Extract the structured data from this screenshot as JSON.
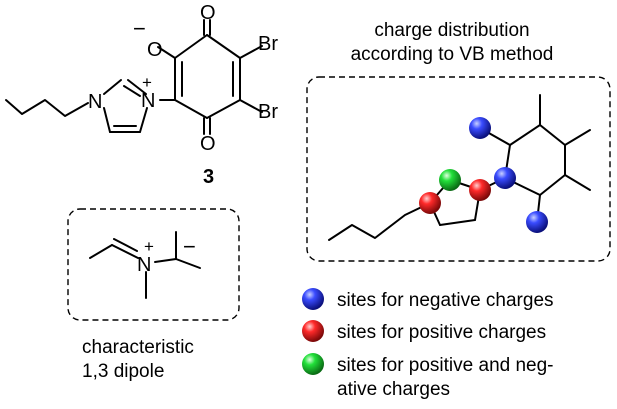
{
  "molecule": {
    "compound_number": "3",
    "atoms": {
      "O_minus": "O",
      "O_top": "O",
      "O_bottom": "O",
      "Br_top": "Br",
      "Br_bottom": "Br",
      "N1": "N",
      "N2": "N"
    },
    "charges": {
      "minus": "−",
      "plus": "+"
    }
  },
  "charge_panel": {
    "title_line1": "charge distribution",
    "title_line2": "according to VB method"
  },
  "dipole_panel": {
    "atom_N": "N",
    "plus": "+",
    "minus": "−",
    "caption_line1": "characteristic",
    "caption_line2": "1,3 dipole"
  },
  "legend": {
    "items": [
      {
        "color": "#1a2fe0",
        "lines": [
          "sites for negative charges"
        ]
      },
      {
        "color": "#e01818",
        "lines": [
          "sites for positive charges"
        ]
      },
      {
        "color": "#18d030",
        "lines": [
          "sites for positive and neg-",
          "ative charges"
        ]
      }
    ]
  },
  "colors": {
    "negative": "#1a2fe0",
    "positive": "#e01818",
    "both": "#18d030"
  }
}
